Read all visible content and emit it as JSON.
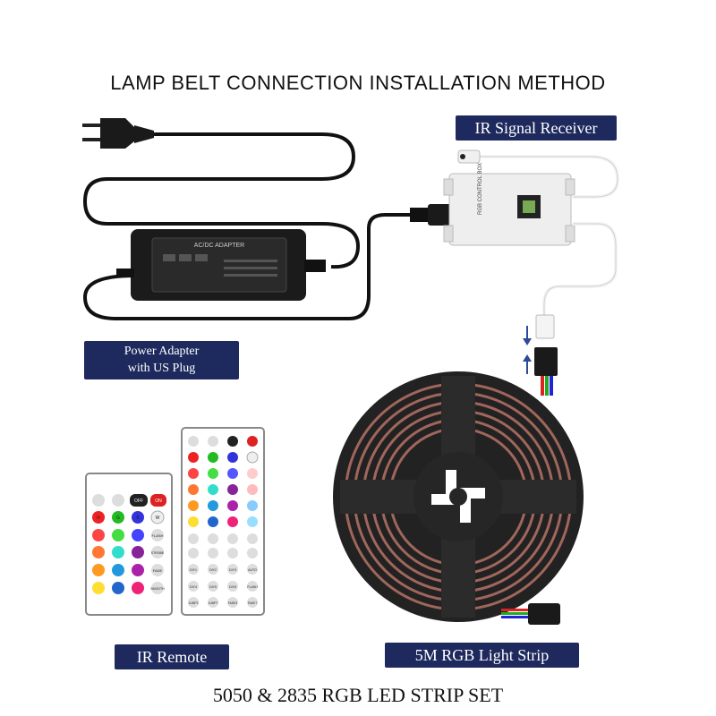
{
  "title": "LAMP BELT CONNECTION INSTALLATION METHOD",
  "footer": "5050 & 2835 RGB LED STRIP SET",
  "labels": {
    "ir_receiver": "IR Signal Receiver",
    "power_adapter_line1": "Power Adapter",
    "power_adapter_line2": "with US Plug",
    "ir_remote": "IR Remote",
    "light_strip": "5M RGB Light Strip"
  },
  "adapter_text": "AC/DC ADAPTER",
  "receiver_text": "RGB CONTROL BOX",
  "small_remote_buttons": [
    "OFF",
    "ON",
    "R",
    "G",
    "B",
    "W",
    "FLASH",
    "STROBE",
    "FADE",
    "SMOOTH"
  ],
  "large_remote_buttons": [
    "DIY1",
    "DIY2",
    "DIY3",
    "AUTO",
    "DIY4",
    "DIY5",
    "DIY6",
    "FLASH",
    "JUMP3",
    "JUMP7",
    "FADE3",
    "FADE7"
  ],
  "colors": {
    "label_bg": "#1e2a5e",
    "cable": "#111111",
    "reel": "#2b2b2b",
    "strip": "#b06a5a"
  }
}
